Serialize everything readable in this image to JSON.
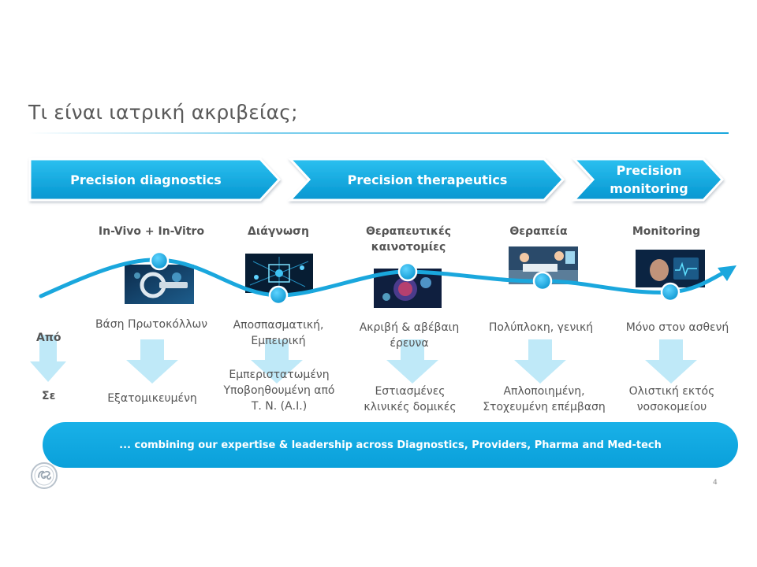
{
  "title": "Τι είναι ιατρική ακριβείας;",
  "stages": [
    {
      "label": "Precision diagnostics"
    },
    {
      "label": "Precision therapeutics"
    },
    {
      "label": "Precision monitoring"
    }
  ],
  "columns": [
    {
      "heading": "In-Vivo + In-Vitro",
      "from": "Βάση Πρωτοκόλλων",
      "to": "Εξατομικευμένη",
      "image": "medical-scanner-image"
    },
    {
      "heading": "Διάγνωση",
      "from": "Αποσπασματική, Εμπειρική",
      "to": "Εμπεριστατωμένη Υποβοηθουμένη από Τ. Ν. (Α.Ι.)",
      "image": "digital-diagnosis-image"
    },
    {
      "heading": "Θεραπευτικές καινοτομίες",
      "from": "Ακριβή & αβέβαιη έρευνα",
      "to": "Εστιασμένες κλινικές δομικές",
      "image": "cell-research-image"
    },
    {
      "heading": "Θεραπεία",
      "from": "Πολύπλοκη, γενική",
      "to": "Απλοποιημένη, Στοχευμένη επέμβαση",
      "image": "surgery-room-image"
    },
    {
      "heading": "Monitoring",
      "from": "Μόνο στον ασθενή",
      "to": "Ολιστική εκτός νοσοκομείου",
      "image": "patient-monitoring-image"
    }
  ],
  "row_labels": {
    "from": "Από",
    "to": "Σε"
  },
  "banner": "... combining our expertise & leadership across Diagnostics, Providers, Pharma and Med-tech",
  "page_number": "4",
  "colors": {
    "accent": "#1aa7dd",
    "light_arrow": "#bfe9f8",
    "dark_text": "#555555"
  }
}
